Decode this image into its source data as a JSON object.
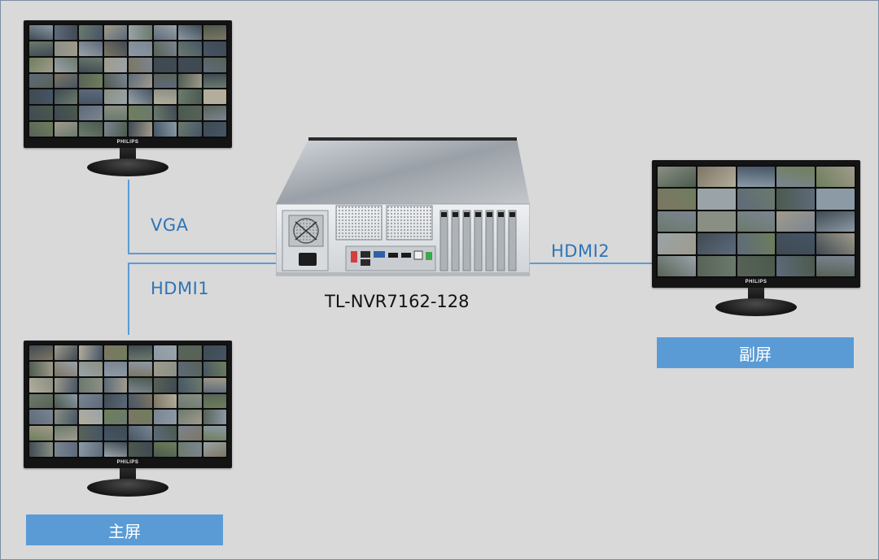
{
  "diagram": {
    "device": {
      "name": "TL-NVR7162-128"
    },
    "links": {
      "vga": "VGA",
      "hdmi1": "HDMI1",
      "hdmi2": "HDMI2"
    },
    "monitors": {
      "top_left": {
        "brand": "PHILIPS"
      },
      "bottom_left": {
        "brand": "PHILIPS",
        "role": "主屏"
      },
      "right": {
        "brand": "PHILIPS",
        "role": "副屏"
      }
    },
    "colors": {
      "background": "#d9d9d9",
      "line": "#5b9bd5",
      "label_text": "#2e75b6",
      "role_box": "#5b9bd5"
    }
  }
}
